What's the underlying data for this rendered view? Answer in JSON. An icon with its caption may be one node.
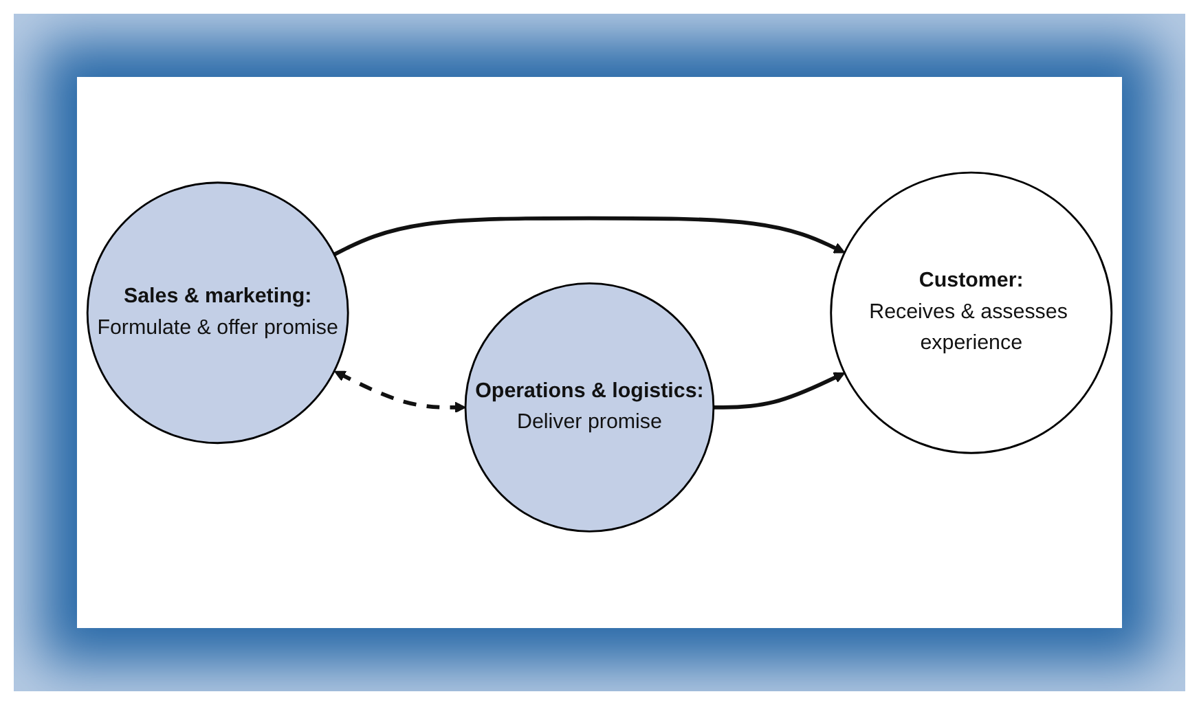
{
  "diagram": {
    "nodes": [
      {
        "text": [
          "Sales & marketing:",
          "Formulate & offer promise"
        ]
      },
      {
        "text": [
          "Operations & logistics:",
          "Deliver promise"
        ]
      },
      {
        "text": [
          "Customer:",
          "Receives & assesses experience"
        ]
      }
    ],
    "edges": [
      {
        "from": 0,
        "to": 1,
        "arrow": "both",
        "style": "dashed"
      },
      {
        "from": 0,
        "to": 2,
        "arrow": "to"
      },
      {
        "from": 1,
        "to": 2,
        "arrow": "to"
      }
    ]
  }
}
